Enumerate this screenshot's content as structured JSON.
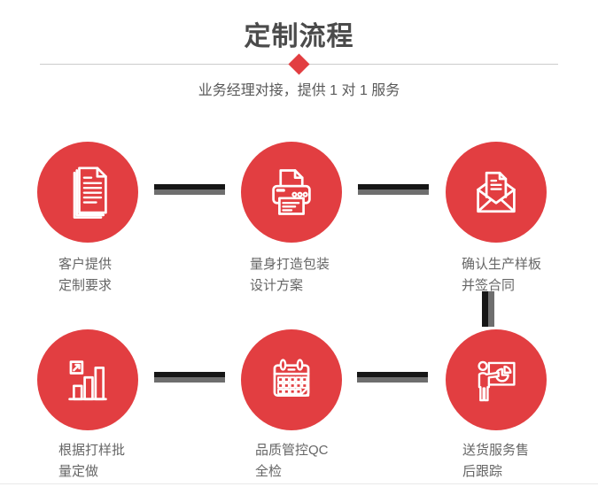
{
  "header": {
    "title": "定制流程",
    "subtitle": "业务经理对接，提供 1 对 1 服务"
  },
  "colors": {
    "accent_red": "#e23e41",
    "title_text": "#4b4b4b",
    "body_text": "#666666",
    "connector_dark": "#161616",
    "connector_gray": "#6e6e6e",
    "divider_line": "#cccccc"
  },
  "steps": [
    {
      "icon": "documents-icon",
      "label_line1": "客户提供",
      "label_line2": "定制要求"
    },
    {
      "icon": "printer-icon",
      "label_line1": "量身打造包装",
      "label_line2": "设计方案"
    },
    {
      "icon": "envelope-icon",
      "label_line1": "确认生产样板",
      "label_line2": "并签合同"
    },
    {
      "icon": "bar-chart-icon",
      "label_line1": "根据打样批",
      "label_line2": "量定做"
    },
    {
      "icon": "calendar-icon",
      "label_line1": "品质管控QC",
      "label_line2": "全检"
    },
    {
      "icon": "presentation-icon",
      "label_line1": "送货服务售",
      "label_line2": "后跟踪"
    }
  ]
}
